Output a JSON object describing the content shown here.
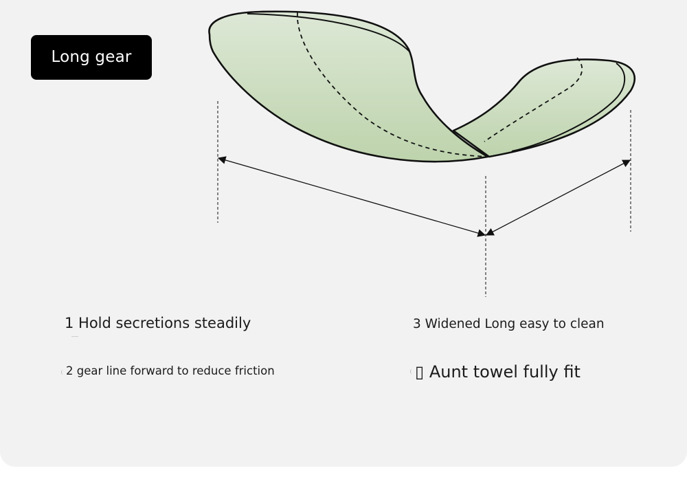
{
  "badge": {
    "label": "Long gear"
  },
  "features": [
    {
      "text": "1 Hold secretions steadily"
    },
    {
      "text": "2 gear line forward to reduce friction"
    },
    {
      "text": "3 Widened Long easy to clean"
    },
    {
      "text": "▯ Aunt towel fully fit"
    }
  ],
  "colors": {
    "pad_fill_light": "#dbe6d4",
    "pad_fill_dark": "#bcd3ab",
    "outline": "#111111",
    "background": "#f2f2f2",
    "badge_bg": "#000000",
    "badge_text": "#ffffff"
  }
}
